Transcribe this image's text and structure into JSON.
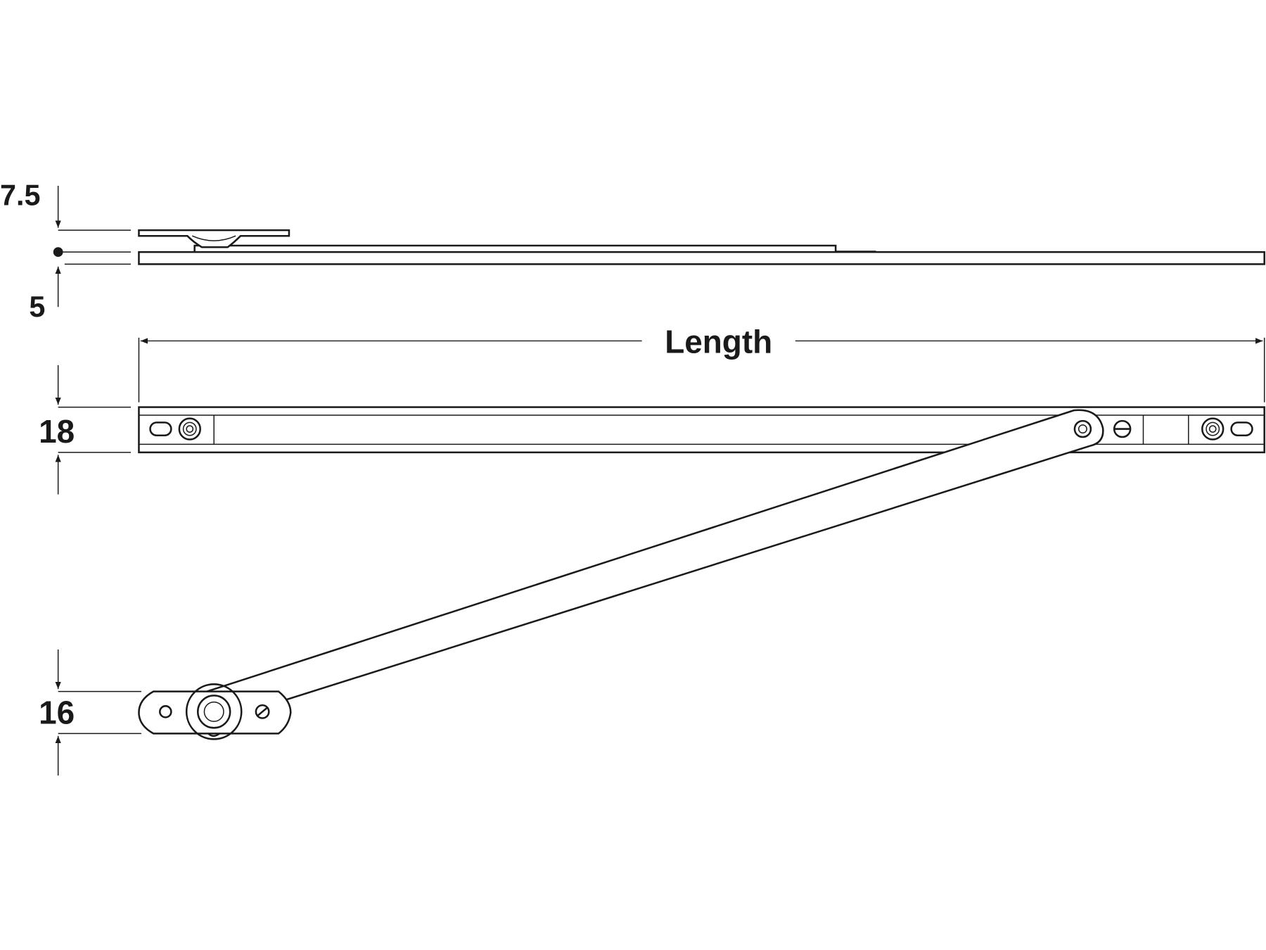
{
  "dimensions": {
    "plate_offset": "7.5",
    "bar_thickness": "5",
    "length": "Length",
    "bar_width": "18",
    "pivot_width": "16"
  },
  "colors": {
    "line": "#1a1a1a",
    "background": "#ffffff"
  }
}
